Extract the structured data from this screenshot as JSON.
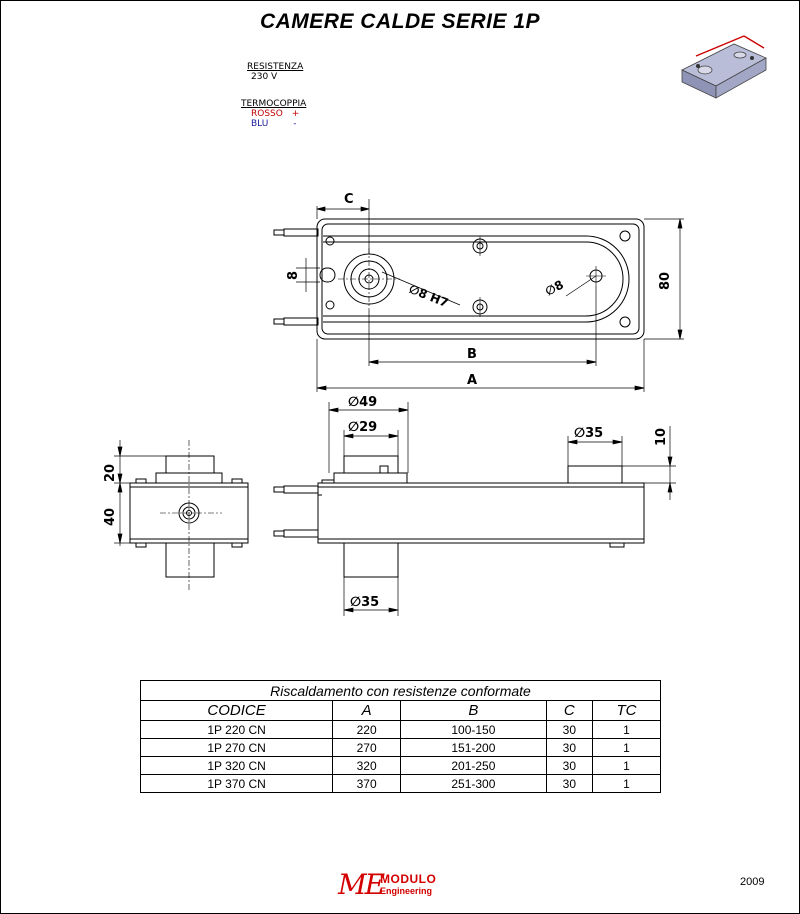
{
  "title": "CAMERE CALDE SERIE 1P",
  "legend": {
    "resistenza_label": "RESISTENZA",
    "voltage": "230 V",
    "termocoppia_label": "TERMOCOPPIA",
    "rosso": "ROSSO",
    "rosso_sign": "+",
    "blu": "BLU",
    "blu_sign": "-"
  },
  "dimensions": {
    "c": "C",
    "b": "B",
    "a": "A",
    "eight_left": "8",
    "phi8h7": "∅8 H7",
    "phi8": "∅8",
    "eighty": "80",
    "phi49": "∅49",
    "phi29": "∅29",
    "phi35_top": "∅35",
    "ten": "10",
    "twenty": "20",
    "forty": "40",
    "phi35_bottom": "∅35"
  },
  "table": {
    "caption": "Riscaldamento con resistenze conformate",
    "headers": [
      "CODICE",
      "A",
      "B",
      "C",
      "TC"
    ],
    "rows": [
      [
        "1P 220 CN",
        "220",
        "100-150",
        "30",
        "1"
      ],
      [
        "1P 270 CN",
        "270",
        "151-200",
        "30",
        "1"
      ],
      [
        "1P 320 CN",
        "320",
        "201-250",
        "30",
        "1"
      ],
      [
        "1P 370 CN",
        "370",
        "251-300",
        "30",
        "1"
      ]
    ]
  },
  "logo": {
    "me": "ME",
    "modulo": "MODULO",
    "engineering": "Engineering"
  },
  "year": "2009",
  "colors": {
    "logo_red": "#d40000",
    "rosso_red": "#c00000",
    "blu_blue": "#1a1a9a"
  }
}
